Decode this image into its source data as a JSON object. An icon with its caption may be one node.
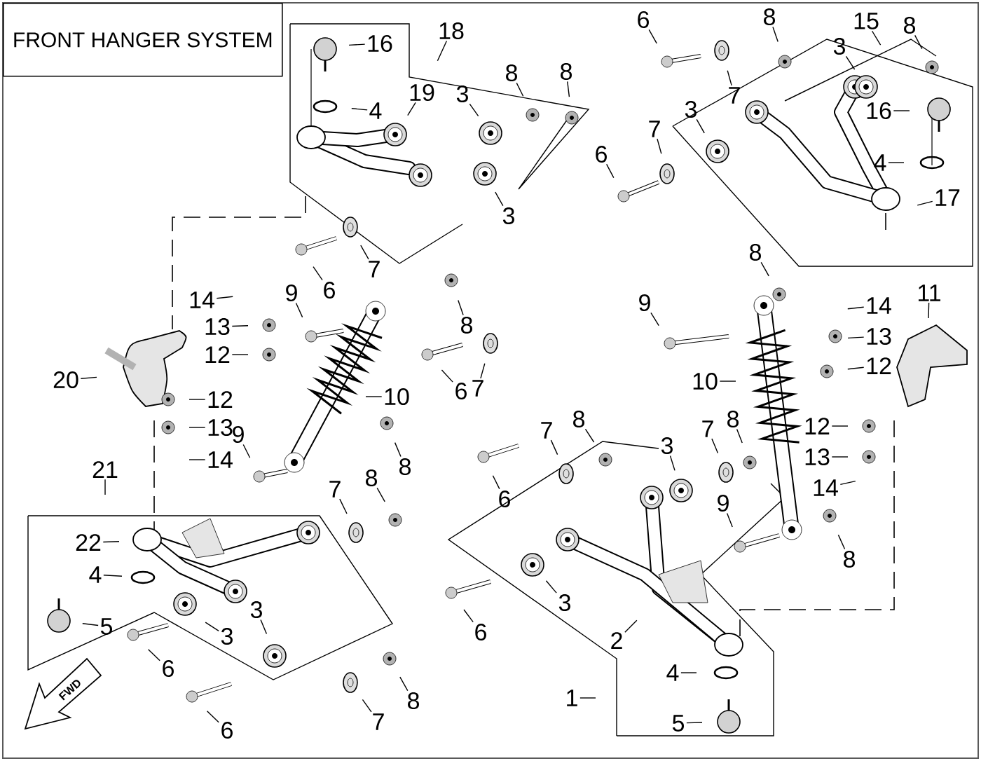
{
  "diagram": {
    "title": "FRONT HANGER SYSTEM",
    "nodes": [
      {
        "text": [
          "16"
        ]
      },
      {
        "text": [
          "18"
        ]
      },
      {
        "text": [
          "19"
        ]
      },
      {
        "text": [
          "4"
        ]
      },
      {
        "text": [
          "3"
        ]
      },
      {
        "text": [
          "8"
        ]
      },
      {
        "text": [
          "8"
        ]
      },
      {
        "text": [
          "3"
        ]
      },
      {
        "text": [
          "7"
        ]
      },
      {
        "text": [
          "6"
        ]
      },
      {
        "text": [
          "14"
        ]
      },
      {
        "text": [
          "13"
        ]
      },
      {
        "text": [
          "12"
        ]
      },
      {
        "text": [
          "20"
        ]
      },
      {
        "text": [
          "12"
        ]
      },
      {
        "text": [
          "13"
        ]
      },
      {
        "text": [
          "14"
        ]
      },
      {
        "text": [
          "9"
        ]
      },
      {
        "text": [
          "8"
        ]
      },
      {
        "text": [
          "7"
        ]
      },
      {
        "text": [
          "6"
        ]
      },
      {
        "text": [
          "10"
        ]
      },
      {
        "text": [
          "9"
        ]
      },
      {
        "text": [
          "8"
        ]
      },
      {
        "text": [
          "21"
        ]
      },
      {
        "text": [
          "22"
        ]
      },
      {
        "text": [
          "4"
        ]
      },
      {
        "text": [
          "5"
        ]
      },
      {
        "text": [
          "3"
        ]
      },
      {
        "text": [
          "3"
        ]
      },
      {
        "text": [
          "6"
        ]
      },
      {
        "text": [
          "7"
        ]
      },
      {
        "text": [
          "8"
        ]
      },
      {
        "text": [
          "6"
        ]
      },
      {
        "text": [
          "7"
        ]
      },
      {
        "text": [
          "8"
        ]
      },
      {
        "text": [
          "6"
        ]
      },
      {
        "text": [
          "7"
        ]
      },
      {
        "text": [
          "8"
        ]
      },
      {
        "text": [
          "3"
        ]
      },
      {
        "text": [
          "7"
        ]
      },
      {
        "text": [
          "8"
        ]
      },
      {
        "text": [
          "3"
        ]
      },
      {
        "text": [
          "6"
        ]
      },
      {
        "text": [
          "2"
        ]
      },
      {
        "text": [
          "9"
        ]
      },
      {
        "text": [
          "8"
        ]
      },
      {
        "text": [
          "4"
        ]
      },
      {
        "text": [
          "5"
        ]
      },
      {
        "text": [
          "1"
        ]
      },
      {
        "text": [
          "6"
        ]
      },
      {
        "text": [
          "7"
        ]
      },
      {
        "text": [
          "8"
        ]
      },
      {
        "text": [
          "15"
        ]
      },
      {
        "text": [
          "3"
        ]
      },
      {
        "text": [
          "8"
        ]
      },
      {
        "text": [
          "16"
        ]
      },
      {
        "text": [
          "3"
        ]
      },
      {
        "text": [
          "4"
        ]
      },
      {
        "text": [
          "7"
        ]
      },
      {
        "text": [
          "6"
        ]
      },
      {
        "text": [
          "17"
        ]
      },
      {
        "text": [
          "8"
        ]
      },
      {
        "text": [
          "9"
        ]
      },
      {
        "text": [
          "14"
        ]
      },
      {
        "text": [
          "11"
        ]
      },
      {
        "text": [
          "13"
        ]
      },
      {
        "text": [
          "12"
        ]
      },
      {
        "text": [
          "10"
        ]
      },
      {
        "text": [
          "12"
        ]
      },
      {
        "text": [
          "13"
        ]
      },
      {
        "text": [
          "14"
        ]
      }
    ],
    "edges": [
      {
        "from": 0,
        "to": null,
        "arrow": "none"
      },
      {
        "from": 1,
        "to": null,
        "arrow": "none"
      },
      {
        "from": 2,
        "to": null,
        "arrow": "none"
      },
      {
        "from": 3,
        "to": null,
        "arrow": "none"
      },
      {
        "from": 4,
        "to": null,
        "arrow": "none"
      },
      {
        "from": 5,
        "to": null,
        "arrow": "none"
      },
      {
        "from": 6,
        "to": null,
        "arrow": "none"
      },
      {
        "from": 7,
        "to": null,
        "arrow": "none"
      },
      {
        "from": 8,
        "to": null,
        "arrow": "none"
      },
      {
        "from": 9,
        "to": null,
        "arrow": "none"
      },
      {
        "from": 10,
        "to": null,
        "arrow": "none"
      },
      {
        "from": 11,
        "to": null,
        "arrow": "none"
      },
      {
        "from": 12,
        "to": null,
        "arrow": "none"
      },
      {
        "from": 13,
        "to": null,
        "arrow": "none"
      },
      {
        "from": 14,
        "to": null,
        "arrow": "none"
      },
      {
        "from": 15,
        "to": null,
        "arrow": "none"
      },
      {
        "from": 16,
        "to": null,
        "arrow": "none"
      },
      {
        "from": 17,
        "to": null,
        "arrow": "none"
      },
      {
        "from": 18,
        "to": null,
        "arrow": "none"
      },
      {
        "from": 19,
        "to": null,
        "arrow": "none"
      },
      {
        "from": 20,
        "to": null,
        "arrow": "none"
      },
      {
        "from": 21,
        "to": null,
        "arrow": "none"
      },
      {
        "from": 22,
        "to": null,
        "arrow": "none"
      },
      {
        "from": 23,
        "to": null,
        "arrow": "none"
      },
      {
        "from": 24,
        "to": null,
        "arrow": "none"
      },
      {
        "from": 25,
        "to": null,
        "arrow": "none"
      },
      {
        "from": 26,
        "to": null,
        "arrow": "none"
      },
      {
        "from": 27,
        "to": null,
        "arrow": "none"
      },
      {
        "from": 28,
        "to": null,
        "arrow": "none"
      },
      {
        "from": 29,
        "to": null,
        "arrow": "none"
      },
      {
        "from": 30,
        "to": null,
        "arrow": "none"
      },
      {
        "from": 31,
        "to": null,
        "arrow": "none"
      },
      {
        "from": 32,
        "to": null,
        "arrow": "none"
      },
      {
        "from": 33,
        "to": null,
        "arrow": "none"
      },
      {
        "from": 34,
        "to": null,
        "arrow": "none"
      },
      {
        "from": 35,
        "to": null,
        "arrow": "none"
      },
      {
        "from": 36,
        "to": null,
        "arrow": "none"
      },
      {
        "from": 37,
        "to": null,
        "arrow": "none"
      },
      {
        "from": 38,
        "to": null,
        "arrow": "none"
      },
      {
        "from": 39,
        "to": null,
        "arrow": "none"
      },
      {
        "from": 40,
        "to": null,
        "arrow": "none"
      },
      {
        "from": 41,
        "to": null,
        "arrow": "none"
      },
      {
        "from": 42,
        "to": null,
        "arrow": "none"
      },
      {
        "from": 43,
        "to": null,
        "arrow": "none"
      },
      {
        "from": 44,
        "to": null,
        "arrow": "none"
      },
      {
        "from": 45,
        "to": null,
        "arrow": "none"
      },
      {
        "from": 46,
        "to": null,
        "arrow": "none"
      },
      {
        "from": 47,
        "to": null,
        "arrow": "none"
      },
      {
        "from": 48,
        "to": null,
        "arrow": "none"
      },
      {
        "from": 49,
        "to": null,
        "arrow": "none"
      },
      {
        "from": 50,
        "to": null,
        "arrow": "none"
      },
      {
        "from": 51,
        "to": null,
        "arrow": "none"
      },
      {
        "from": 52,
        "to": null,
        "arrow": "none"
      },
      {
        "from": 53,
        "to": null,
        "arrow": "none"
      },
      {
        "from": 54,
        "to": null,
        "arrow": "none"
      },
      {
        "from": 55,
        "to": null,
        "arrow": "none"
      },
      {
        "from": 56,
        "to": null,
        "arrow": "none"
      },
      {
        "from": 57,
        "to": null,
        "arrow": "none"
      },
      {
        "from": 58,
        "to": null,
        "arrow": "none"
      },
      {
        "from": 59,
        "to": null,
        "arrow": "none"
      },
      {
        "from": 60,
        "to": null,
        "arrow": "none"
      },
      {
        "from": 61,
        "to": null,
        "arrow": "none"
      },
      {
        "from": 62,
        "to": null,
        "arrow": "none"
      },
      {
        "from": 63,
        "to": null,
        "arrow": "none"
      },
      {
        "from": 64,
        "to": null,
        "arrow": "none"
      },
      {
        "from": 65,
        "to": null,
        "arrow": "none"
      },
      {
        "from": 66,
        "to": null,
        "arrow": "none"
      },
      {
        "from": 67,
        "to": null,
        "arrow": "none"
      },
      {
        "from": 68,
        "to": null,
        "arrow": "none"
      },
      {
        "from": 69,
        "to": null,
        "arrow": "none"
      },
      {
        "from": 70,
        "to": null,
        "arrow": "none"
      },
      {
        "from": 71,
        "to": null,
        "arrow": "none"
      }
    ],
    "labels": [
      "FWD"
    ]
  }
}
